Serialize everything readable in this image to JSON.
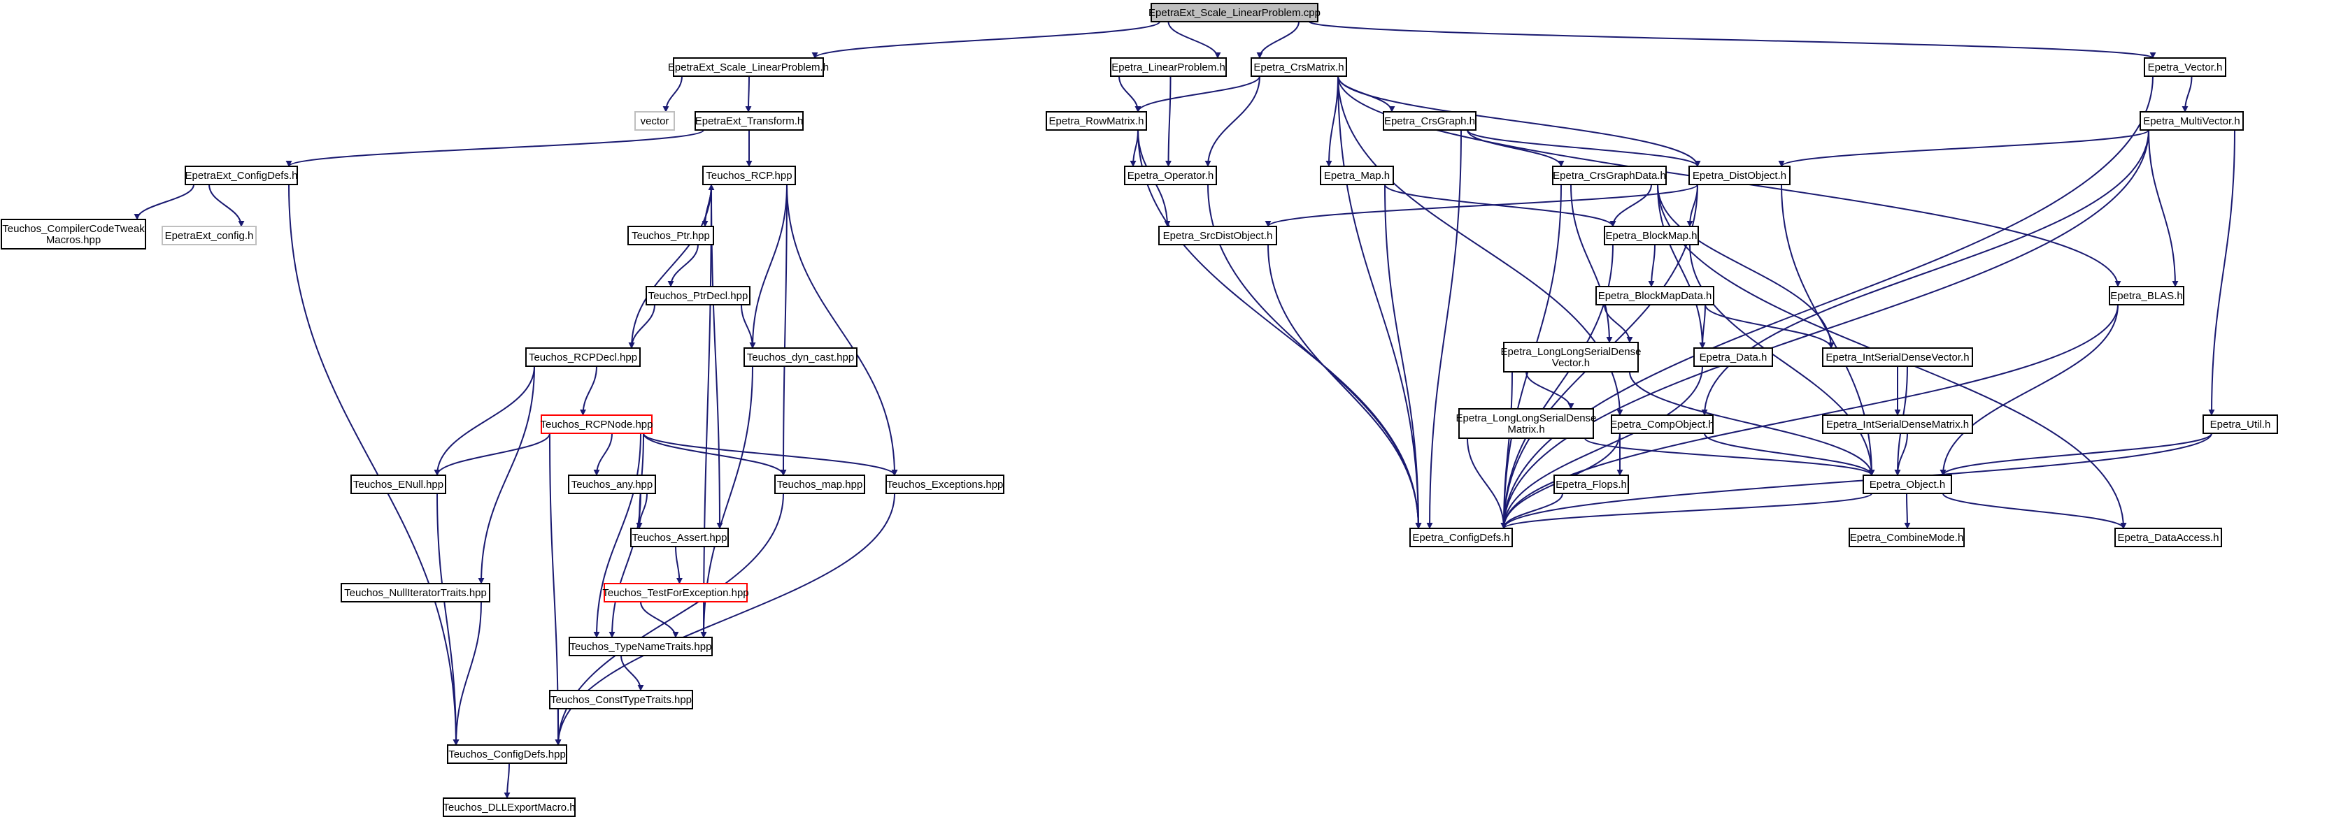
{
  "diagram": {
    "type": "include-dependency-graph",
    "colors": {
      "root_fill": "#bfbfbf",
      "default_border": "#000000",
      "missing_border": "#bfbfbf",
      "truncated_border": "#ff0000",
      "edge": "#191970",
      "text": "#000000",
      "missing_text": "#808080"
    },
    "nodes": [
      {
        "id": "root",
        "lines": [
          "EpetraExt_Scale_LinearProblem.cpp"
        ],
        "style": "root"
      },
      {
        "id": "epx_slp_h",
        "lines": [
          "EpetraExt_Scale_LinearProblem.h"
        ],
        "style": "normal"
      },
      {
        "id": "vector",
        "lines": [
          "vector"
        ],
        "style": "missing"
      },
      {
        "id": "epx_transform",
        "lines": [
          "EpetraExt_Transform.h"
        ],
        "style": "normal"
      },
      {
        "id": "epx_configdefs",
        "lines": [
          "EpetraExt_ConfigDefs.h"
        ],
        "style": "normal"
      },
      {
        "id": "teu_compilercode",
        "lines": [
          "Teuchos_CompilerCodeTweak",
          "Macros.hpp"
        ],
        "style": "normal"
      },
      {
        "id": "epx_config",
        "lines": [
          "EpetraExt_config.h"
        ],
        "style": "missing"
      },
      {
        "id": "teu_rcp",
        "lines": [
          "Teuchos_RCP.hpp"
        ],
        "style": "normal"
      },
      {
        "id": "teu_ptr",
        "lines": [
          "Teuchos_Ptr.hpp"
        ],
        "style": "normal"
      },
      {
        "id": "teu_ptrdecl",
        "lines": [
          "Teuchos_PtrDecl.hpp"
        ],
        "style": "normal"
      },
      {
        "id": "teu_rcpdecl",
        "lines": [
          "Teuchos_RCPDecl.hpp"
        ],
        "style": "normal"
      },
      {
        "id": "teu_dyncast",
        "lines": [
          "Teuchos_dyn_cast.hpp"
        ],
        "style": "normal"
      },
      {
        "id": "teu_rcpnode",
        "lines": [
          "Teuchos_RCPNode.hpp"
        ],
        "style": "truncated"
      },
      {
        "id": "teu_enull",
        "lines": [
          "Teuchos_ENull.hpp"
        ],
        "style": "normal"
      },
      {
        "id": "teu_any",
        "lines": [
          "Teuchos_any.hpp"
        ],
        "style": "normal"
      },
      {
        "id": "teu_map",
        "lines": [
          "Teuchos_map.hpp"
        ],
        "style": "normal"
      },
      {
        "id": "teu_exceptions",
        "lines": [
          "Teuchos_Exceptions.hpp"
        ],
        "style": "normal"
      },
      {
        "id": "teu_assert",
        "lines": [
          "Teuchos_Assert.hpp"
        ],
        "style": "normal"
      },
      {
        "id": "teu_testforexc",
        "lines": [
          "Teuchos_TestForException.hpp"
        ],
        "style": "truncated"
      },
      {
        "id": "teu_nulliter",
        "lines": [
          "Teuchos_NullIteratorTraits.hpp"
        ],
        "style": "normal"
      },
      {
        "id": "teu_typename",
        "lines": [
          "Teuchos_TypeNameTraits.hpp"
        ],
        "style": "normal"
      },
      {
        "id": "teu_consttype",
        "lines": [
          "Teuchos_ConstTypeTraits.hpp"
        ],
        "style": "normal"
      },
      {
        "id": "teu_configdefs",
        "lines": [
          "Teuchos_ConfigDefs.hpp"
        ],
        "style": "normal"
      },
      {
        "id": "teu_dllexport",
        "lines": [
          "Teuchos_DLLExportMacro.h"
        ],
        "style": "normal"
      },
      {
        "id": "ep_linearproblem",
        "lines": [
          "Epetra_LinearProblem.h"
        ],
        "style": "normal"
      },
      {
        "id": "ep_crsmatrix",
        "lines": [
          "Epetra_CrsMatrix.h"
        ],
        "style": "normal"
      },
      {
        "id": "ep_vector",
        "lines": [
          "Epetra_Vector.h"
        ],
        "style": "normal"
      },
      {
        "id": "ep_rowmatrix",
        "lines": [
          "Epetra_RowMatrix.h"
        ],
        "style": "normal"
      },
      {
        "id": "ep_crsgraph",
        "lines": [
          "Epetra_CrsGraph.h"
        ],
        "style": "normal"
      },
      {
        "id": "ep_multivector",
        "lines": [
          "Epetra_MultiVector.h"
        ],
        "style": "normal"
      },
      {
        "id": "ep_operator",
        "lines": [
          "Epetra_Operator.h"
        ],
        "style": "normal"
      },
      {
        "id": "ep_map",
        "lines": [
          "Epetra_Map.h"
        ],
        "style": "normal"
      },
      {
        "id": "ep_crsgraphdata",
        "lines": [
          "Epetra_CrsGraphData.h"
        ],
        "style": "normal"
      },
      {
        "id": "ep_distobject",
        "lines": [
          "Epetra_DistObject.h"
        ],
        "style": "normal"
      },
      {
        "id": "ep_srcdistobject",
        "lines": [
          "Epetra_SrcDistObject.h"
        ],
        "style": "normal"
      },
      {
        "id": "ep_blockmap",
        "lines": [
          "Epetra_BlockMap.h"
        ],
        "style": "normal"
      },
      {
        "id": "ep_blas",
        "lines": [
          "Epetra_BLAS.h"
        ],
        "style": "normal"
      },
      {
        "id": "ep_blockmapdata",
        "lines": [
          "Epetra_BlockMapData.h"
        ],
        "style": "normal"
      },
      {
        "id": "ep_llsdvector",
        "lines": [
          "Epetra_LongLongSerialDense",
          "Vector.h"
        ],
        "style": "normal"
      },
      {
        "id": "ep_data",
        "lines": [
          "Epetra_Data.h"
        ],
        "style": "normal"
      },
      {
        "id": "ep_isdvector",
        "lines": [
          "Epetra_IntSerialDenseVector.h"
        ],
        "style": "normal"
      },
      {
        "id": "ep_llsdmatrix",
        "lines": [
          "Epetra_LongLongSerialDense",
          "Matrix.h"
        ],
        "style": "normal"
      },
      {
        "id": "ep_compobject",
        "lines": [
          "Epetra_CompObject.h"
        ],
        "style": "normal"
      },
      {
        "id": "ep_isdmatrix",
        "lines": [
          "Epetra_IntSerialDenseMatrix.h"
        ],
        "style": "normal"
      },
      {
        "id": "ep_util",
        "lines": [
          "Epetra_Util.h"
        ],
        "style": "normal"
      },
      {
        "id": "ep_flops",
        "lines": [
          "Epetra_Flops.h"
        ],
        "style": "normal"
      },
      {
        "id": "ep_object",
        "lines": [
          "Epetra_Object.h"
        ],
        "style": "normal"
      },
      {
        "id": "ep_configdefs",
        "lines": [
          "Epetra_ConfigDefs.h"
        ],
        "style": "normal"
      },
      {
        "id": "ep_combinemode",
        "lines": [
          "Epetra_CombineMode.h"
        ],
        "style": "normal"
      },
      {
        "id": "ep_dataaccess",
        "lines": [
          "Epetra_DataAccess.h"
        ],
        "style": "normal"
      }
    ],
    "edges": [
      [
        "root",
        "epx_slp_h"
      ],
      [
        "root",
        "ep_linearproblem"
      ],
      [
        "root",
        "ep_crsmatrix"
      ],
      [
        "root",
        "ep_vector"
      ],
      [
        "epx_slp_h",
        "vector"
      ],
      [
        "epx_slp_h",
        "epx_transform"
      ],
      [
        "epx_transform",
        "epx_configdefs"
      ],
      [
        "epx_transform",
        "teu_rcp"
      ],
      [
        "epx_configdefs",
        "teu_compilercode"
      ],
      [
        "epx_configdefs",
        "epx_config"
      ],
      [
        "epx_configdefs",
        "teu_configdefs"
      ],
      [
        "teu_rcp",
        "teu_ptr"
      ],
      [
        "teu_rcp",
        "teu_rcpdecl"
      ],
      [
        "teu_rcp",
        "teu_dyncast"
      ],
      [
        "teu_rcp",
        "teu_assert"
      ],
      [
        "teu_rcp",
        "teu_map"
      ],
      [
        "teu_rcp",
        "teu_exceptions"
      ],
      [
        "teu_rcp",
        "teu_typename"
      ],
      [
        "teu_ptr",
        "teu_rcp"
      ],
      [
        "teu_ptr",
        "teu_ptrdecl"
      ],
      [
        "teu_ptrdecl",
        "teu_rcpdecl"
      ],
      [
        "teu_ptrdecl",
        "teu_dyncast"
      ],
      [
        "teu_rcpdecl",
        "teu_rcpnode"
      ],
      [
        "teu_rcpdecl",
        "teu_enull"
      ],
      [
        "teu_rcpdecl",
        "teu_nulliter"
      ],
      [
        "teu_dyncast",
        "teu_typename"
      ],
      [
        "teu_rcpnode",
        "teu_enull"
      ],
      [
        "teu_rcpnode",
        "teu_any"
      ],
      [
        "teu_rcpnode",
        "teu_map"
      ],
      [
        "teu_rcpnode",
        "teu_exceptions"
      ],
      [
        "teu_rcpnode",
        "teu_assert"
      ],
      [
        "teu_rcpnode",
        "teu_typename"
      ],
      [
        "teu_rcpnode",
        "teu_configdefs"
      ],
      [
        "teu_any",
        "teu_assert"
      ],
      [
        "teu_any",
        "teu_typename"
      ],
      [
        "teu_assert",
        "teu_testforexc"
      ],
      [
        "teu_testforexc",
        "teu_typename"
      ],
      [
        "teu_enull",
        "teu_configdefs"
      ],
      [
        "teu_nulliter",
        "teu_configdefs"
      ],
      [
        "teu_map",
        "teu_configdefs"
      ],
      [
        "teu_exceptions",
        "teu_configdefs"
      ],
      [
        "teu_typename",
        "teu_consttype"
      ],
      [
        "teu_consttype",
        "teu_configdefs"
      ],
      [
        "teu_configdefs",
        "teu_dllexport"
      ],
      [
        "ep_linearproblem",
        "ep_rowmatrix"
      ],
      [
        "ep_linearproblem",
        "ep_operator"
      ],
      [
        "ep_crsmatrix",
        "ep_rowmatrix"
      ],
      [
        "ep_crsmatrix",
        "ep_operator"
      ],
      [
        "ep_crsmatrix",
        "ep_map"
      ],
      [
        "ep_crsmatrix",
        "ep_crsgraph"
      ],
      [
        "ep_crsmatrix",
        "ep_distobject"
      ],
      [
        "ep_crsmatrix",
        "ep_compobject"
      ],
      [
        "ep_crsmatrix",
        "ep_blas"
      ],
      [
        "ep_crsmatrix",
        "ep_configdefs"
      ],
      [
        "ep_rowmatrix",
        "ep_operator"
      ],
      [
        "ep_rowmatrix",
        "ep_srcdistobject"
      ],
      [
        "ep_rowmatrix",
        "ep_configdefs"
      ],
      [
        "ep_operator",
        "ep_configdefs"
      ],
      [
        "ep_map",
        "ep_blockmap"
      ],
      [
        "ep_map",
        "ep_configdefs"
      ],
      [
        "ep_crsgraph",
        "ep_crsgraphdata"
      ],
      [
        "ep_crsgraph",
        "ep_distobject"
      ],
      [
        "ep_crsgraph",
        "ep_configdefs"
      ],
      [
        "ep_crsgraphdata",
        "ep_blockmap"
      ],
      [
        "ep_crsgraphdata",
        "ep_llsdvector"
      ],
      [
        "ep_crsgraphdata",
        "ep_data"
      ],
      [
        "ep_crsgraphdata",
        "ep_isdvector"
      ],
      [
        "ep_crsgraphdata",
        "ep_configdefs"
      ],
      [
        "ep_crsgraphdata",
        "ep_dataaccess"
      ],
      [
        "ep_distobject",
        "ep_srcdistobject"
      ],
      [
        "ep_distobject",
        "ep_blockmap"
      ],
      [
        "ep_distobject",
        "ep_object"
      ],
      [
        "ep_distobject",
        "ep_configdefs"
      ],
      [
        "ep_srcdistobject",
        "ep_configdefs"
      ],
      [
        "ep_blockmap",
        "ep_blockmapdata"
      ],
      [
        "ep_blockmap",
        "ep_object"
      ],
      [
        "ep_blockmap",
        "ep_configdefs"
      ],
      [
        "ep_blockmapdata",
        "ep_llsdvector"
      ],
      [
        "ep_blockmapdata",
        "ep_data"
      ],
      [
        "ep_blockmapdata",
        "ep_isdvector"
      ],
      [
        "ep_llsdvector",
        "ep_llsdmatrix"
      ],
      [
        "ep_llsdvector",
        "ep_object"
      ],
      [
        "ep_llsdvector",
        "ep_configdefs"
      ],
      [
        "ep_llsdmatrix",
        "ep_object"
      ],
      [
        "ep_llsdmatrix",
        "ep_configdefs"
      ],
      [
        "ep_data",
        "ep_configdefs"
      ],
      [
        "ep_isdvector",
        "ep_isdmatrix"
      ],
      [
        "ep_isdvector",
        "ep_object"
      ],
      [
        "ep_isdmatrix",
        "ep_object"
      ],
      [
        "ep_compobject",
        "ep_flops"
      ],
      [
        "ep_compobject",
        "ep_object"
      ],
      [
        "ep_compobject",
        "ep_configdefs"
      ],
      [
        "ep_flops",
        "ep_configdefs"
      ],
      [
        "ep_vector",
        "ep_multivector"
      ],
      [
        "ep_vector",
        "ep_configdefs"
      ],
      [
        "ep_multivector",
        "ep_distobject"
      ],
      [
        "ep_multivector",
        "ep_compobject"
      ],
      [
        "ep_multivector",
        "ep_blas"
      ],
      [
        "ep_multivector",
        "ep_util"
      ],
      [
        "ep_multivector",
        "ep_configdefs"
      ],
      [
        "ep_blas",
        "ep_object"
      ],
      [
        "ep_blas",
        "ep_configdefs"
      ],
      [
        "ep_util",
        "ep_object"
      ],
      [
        "ep_util",
        "ep_configdefs"
      ],
      [
        "ep_object",
        "ep_combinemode"
      ],
      [
        "ep_object",
        "ep_dataaccess"
      ],
      [
        "ep_object",
        "ep_configdefs"
      ]
    ]
  }
}
